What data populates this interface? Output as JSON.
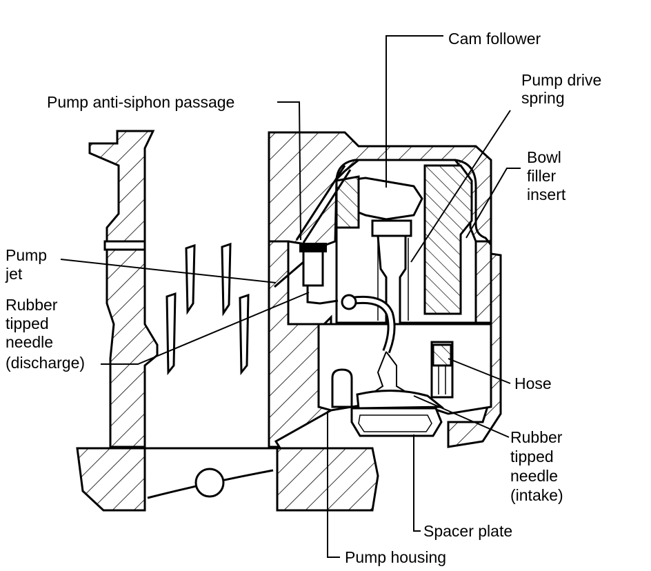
{
  "labels": {
    "cam_follower": "Cam follower",
    "pump_drive_spring": [
      "Pump drive",
      "spring"
    ],
    "pump_anti_siphon_passage": "Pump anti-siphon passage",
    "bowl_filler_insert": [
      "Bowl",
      "filler",
      "insert"
    ],
    "pump_jet": [
      "Pump",
      "jet"
    ],
    "rubber_tipped_needle_discharge": [
      "Rubber",
      "tipped",
      "needle",
      "(discharge)"
    ],
    "hose": "Hose",
    "rubber_tipped_needle_intake": [
      "Rubber",
      "tipped",
      "needle",
      "(intake)"
    ],
    "spacer_plate": "Spacer plate",
    "pump_housing": "Pump housing"
  },
  "colors": {
    "ink": "#000000",
    "paper": "#ffffff"
  }
}
